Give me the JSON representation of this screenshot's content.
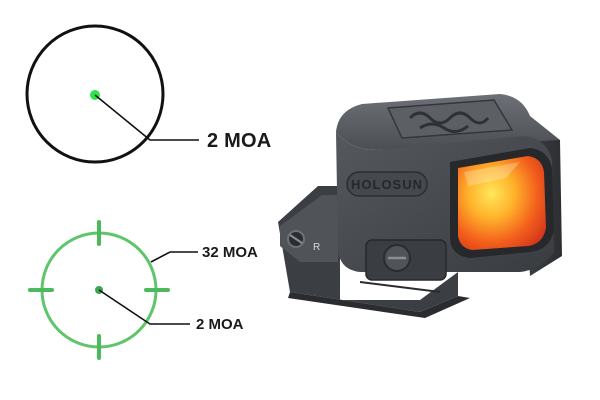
{
  "reticles": [
    {
      "name": "dot-reticle",
      "callouts": [
        {
          "label": "2 MOA"
        }
      ],
      "colors": {
        "ring": "#111111",
        "dot": "#2ee24a"
      }
    },
    {
      "name": "circle-dot-reticle",
      "callouts": [
        {
          "label": "32 MOA"
        },
        {
          "label": "2 MOA"
        }
      ],
      "colors": {
        "ring": "#5fc56b",
        "dot": "#3aa84a",
        "ticks": "#4cba5c"
      }
    }
  ],
  "product": {
    "brand_engraving": "HOLOSUN",
    "adjust_marking": "R",
    "colors": {
      "body": "#4a4d52",
      "lens": "#f36a1c"
    }
  },
  "colors": {
    "background": "#ffffff",
    "leader_line": "#111111"
  }
}
